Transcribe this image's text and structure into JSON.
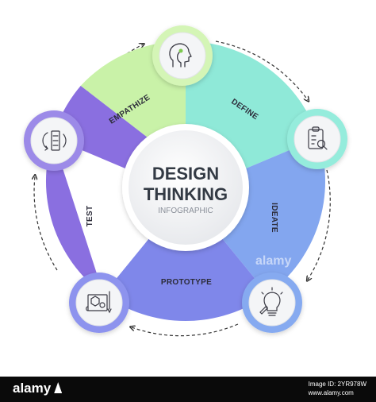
{
  "diagram": {
    "title_line1": "DESIGN",
    "title_line2": "THINKING",
    "subtitle": "INFOGRAPHIC",
    "stages": [
      {
        "label": "EMPATHIZE",
        "color": "#c9f2a8",
        "ring_color": "#d4f5b6",
        "icon": "head-profile-icon"
      },
      {
        "label": "DEFINE",
        "color": "#8fe9d8",
        "ring_color": "#95ecdc",
        "icon": "clipboard-magnifier-icon"
      },
      {
        "label": "IDEATE",
        "color": "#83a6ef",
        "ring_color": "#86aaf0",
        "icon": "lightbulb-idea-icon"
      },
      {
        "label": "PROTOTYPE",
        "color": "#7f87ea",
        "ring_color": "#8d93ee",
        "icon": "blueprint-pencil-icon"
      },
      {
        "label": "TEST",
        "color": "#8a6fe0",
        "ring_color": "#9c8ae8",
        "icon": "flowchart-cycle-icon"
      }
    ]
  },
  "footer": {
    "logo": "alamy",
    "image_id_label": "Image ID: 2YR978W",
    "site": "www.alamy.com"
  },
  "watermark": "alamy"
}
